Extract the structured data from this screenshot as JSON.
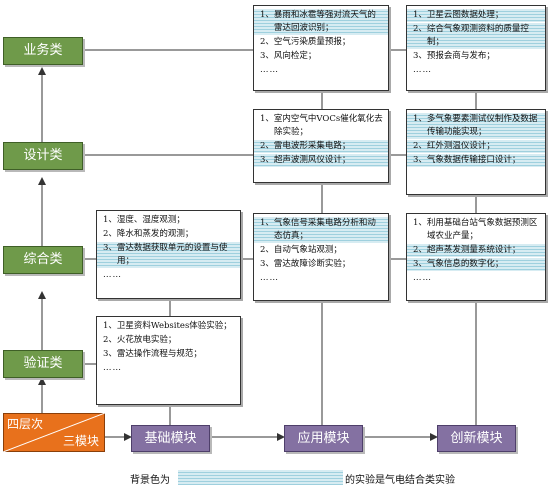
{
  "levels": [
    {
      "id": "yewu",
      "label": "业务类"
    },
    {
      "id": "sheji",
      "label": "设计类"
    },
    {
      "id": "zonghe",
      "label": "综合类"
    },
    {
      "id": "yanzheng",
      "label": "验证类"
    }
  ],
  "corner": {
    "top_label": "四层次",
    "bottom_label": "三模块"
  },
  "modules": [
    {
      "id": "jichu",
      "label": "基础模块"
    },
    {
      "id": "yingyong",
      "label": "应用模块"
    },
    {
      "id": "chuangxin",
      "label": "创新模块"
    }
  ],
  "cards": {
    "jichu_zonghe": [
      {
        "text": "1、湿度、湿度观测；",
        "hl": false
      },
      {
        "text": "2、降水和蒸发的观测；",
        "hl": false
      },
      {
        "text": "3、雷达数据获取单元的设置与使用；",
        "hl": true
      },
      {
        "text": "……",
        "hl": false
      }
    ],
    "jichu_yanzheng": [
      {
        "text": "1、卫星资料Websites体验实验；",
        "hl": false
      },
      {
        "text": "2、火花放电实验；",
        "hl": false
      },
      {
        "text": "3、雷达操作流程与规范；",
        "hl": false
      },
      {
        "text": "……",
        "hl": false
      }
    ],
    "yingyong_yewu": [
      {
        "text": "1、暴雨和冰雹等强对流天气的雷达回波识别；",
        "hl": true
      },
      {
        "text": "2、空气污染质量预报；",
        "hl": false
      },
      {
        "text": "3、风向检定；",
        "hl": false
      },
      {
        "text": "……",
        "hl": false
      }
    ],
    "yingyong_sheji": [
      {
        "text": "1、室内空气中VOCs催化氧化去除实验；",
        "hl": false
      },
      {
        "text": "2、雷电波形采集电路；",
        "hl": true
      },
      {
        "text": "3、超声波测风仪设计；",
        "hl": true
      }
    ],
    "yingyong_zonghe": [
      {
        "text": "1、气象信号采集电路分析和动态仿真；",
        "hl": true
      },
      {
        "text": "2、自动气象站观测；",
        "hl": false
      },
      {
        "text": "3、雷达故障诊断实验；",
        "hl": false
      },
      {
        "text": "……",
        "hl": false
      }
    ],
    "chuangxin_yewu": [
      {
        "text": "1、卫星云图数据处理；",
        "hl": true
      },
      {
        "text": "2、综合气象观测资料的质量控制；",
        "hl": true
      },
      {
        "text": "3、预报会商与发布；",
        "hl": false
      },
      {
        "text": "……",
        "hl": false
      }
    ],
    "chuangxin_sheji": [
      {
        "text": "1、多气象要素测试仪制作及数据传输功能实现；",
        "hl": true
      },
      {
        "text": "2、红外测温仪设计；",
        "hl": true
      },
      {
        "text": "3、气象数据传输接口设计；",
        "hl": true
      }
    ],
    "chuangxin_zonghe": [
      {
        "text": "1、利用基础台站气象数据预测区域农业产量；",
        "hl": false
      },
      {
        "text": "2、超声蒸发测量系统设计；",
        "hl": true
      },
      {
        "text": "3、气象信息的数字化；",
        "hl": true
      },
      {
        "text": "……",
        "hl": false
      }
    ]
  },
  "legend": {
    "prefix": "背景色为",
    "suffix": "的实验是气电结合类实验"
  },
  "colors": {
    "level_green": "#6f9a4a",
    "module_purple": "#8471a2",
    "corner_orange": "#e8711c",
    "highlight_stripe": "#9fd0de",
    "highlight_base": "#d7ecf2"
  }
}
